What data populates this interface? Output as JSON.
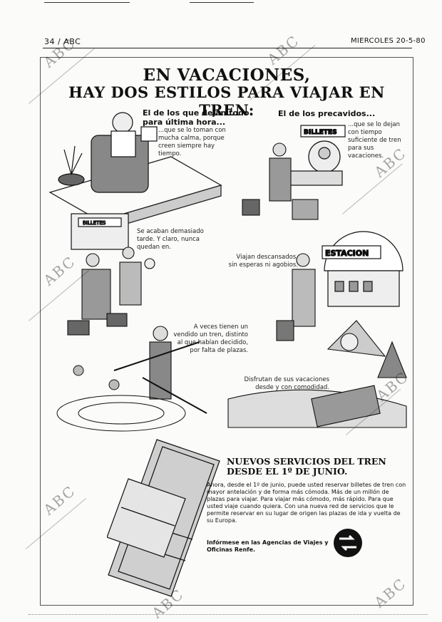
{
  "header": {
    "page_section": "34 / ABC",
    "date": "MIERCOLES 20-5-80"
  },
  "ad": {
    "title_line1": "EN VACACIONES,",
    "title_line2": "HAY DOS ESTILOS PARA VIAJAR EN TREN:",
    "left_heading": "El de los que dejan todo para última hora...",
    "right_heading": "El de los precavidos...",
    "captions": {
      "left_1": "...que se lo toman con mucha calma, porque creen siempre hay tiempo.",
      "right_1": "...que se lo dejan con tiempo suficiente de tren para sus vacaciones.",
      "left_2": "Se acaban demasiado tarde. Y claro, nunca quedan en.",
      "right_2": "Viajan descansados, sin esperas ni agobios.",
      "left_3": "A veces tienen un vendido un tren, distinto al que habían decidido, por falta de plazas.",
      "right_3": "Disfrutan de sus vacaciones desde y con comodidad."
    },
    "signs": {
      "billetes_1": "BILLETES",
      "billetes_2": "BILLETES",
      "estacion": "ESTACION"
    },
    "box": {
      "title_line1": "NUEVOS SERVICIOS DEL TREN",
      "title_line2": "DESDE EL 1º DE JUNIO.",
      "body": "Ahora, desde el 1º de junio, puede usted reservar billetes de tren con mayor antelación y de forma más cómoda. Más de un millón de plazas para viajar. Para viajar más cómodo, más rápido. Para que usted viaje cuando quiera. Con una nueva red de servicios que le permite reservar en su lugar de origen las plazas de ida y vuelta de su Europa.",
      "footer": "Infórmese en las Agencias de Viajes y Oficinas Renfe."
    }
  },
  "watermark": "ABC",
  "colors": {
    "ink": "#111111",
    "paper": "#fbfbf9"
  }
}
